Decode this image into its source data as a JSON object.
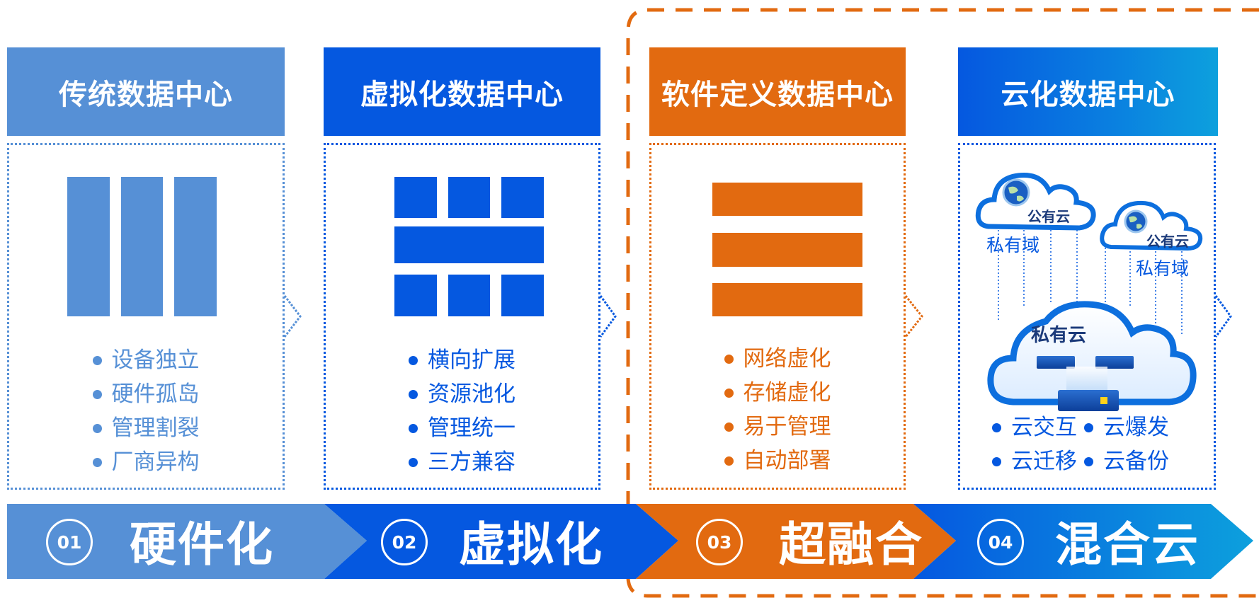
{
  "colors": {
    "light_blue": "#5690d6",
    "blue": "#0558e0",
    "orange": "#e26a10",
    "cyan": "#0da0dd",
    "white": "#ffffff"
  },
  "columns": [
    {
      "title": "传统数据中心",
      "items": [
        "设备独立",
        "硬件孤岛",
        "管理割裂",
        "厂商异构"
      ]
    },
    {
      "title": "虚拟化数据中心",
      "items": [
        "横向扩展",
        "资源池化",
        "管理统一",
        "三方兼容"
      ]
    },
    {
      "title": "软件定义数据中心",
      "items": [
        "网络虚化",
        "存储虚化",
        "易于管理",
        "自动部署"
      ]
    },
    {
      "title": "云化数据中心",
      "items": [
        "云交互",
        "云爆发",
        "云迁移",
        "云备份"
      ],
      "cloud_labels": {
        "public_cloud_1": "公有云",
        "private_domain_1": "私有域",
        "public_cloud_2": "公有云",
        "private_domain_2": "私有域",
        "private_cloud": "私有云"
      }
    }
  ],
  "stages": [
    {
      "num": "01",
      "label": "硬件化"
    },
    {
      "num": "02",
      "label": "虚拟化"
    },
    {
      "num": "03",
      "label": "超融合"
    },
    {
      "num": "04",
      "label": "混合云"
    }
  ],
  "icons": [
    "server-icon",
    "globe-icon",
    "cloud-icon"
  ]
}
